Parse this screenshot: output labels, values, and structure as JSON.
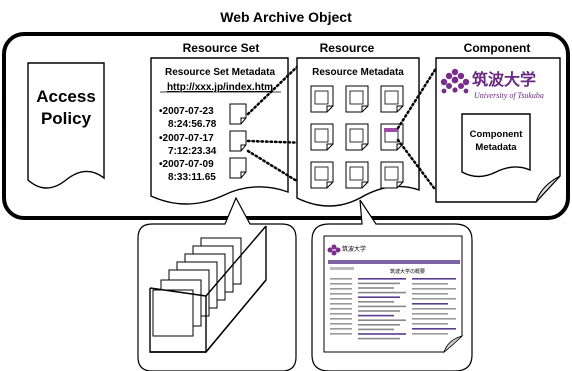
{
  "title": "Web Archive Object",
  "access_policy": {
    "line1": "Access",
    "line2": "Policy"
  },
  "resource_set": {
    "label": "Resource Set",
    "metadata_title": "Resource Set Metadata",
    "url": "http://xxx.jp/index.htm",
    "entries": [
      {
        "date": "•2007-07-23",
        "time": "8:24:56.78"
      },
      {
        "date": "•2007-07-17",
        "time": "7:12:23.34"
      },
      {
        "date": "•2007-07-09",
        "time": "8:33:11.65"
      }
    ]
  },
  "resource": {
    "label": "Resource",
    "metadata_title": "Resource Metadata",
    "page_logo_text": "筑波大学",
    "page_heading": "筑波大学の概要"
  },
  "component": {
    "label": "Component",
    "logo_jp": "筑波大学",
    "logo_en": "University of Tsukuba",
    "metadata_line1": "Component",
    "metadata_line2": "Metadata"
  },
  "colors": {
    "line": "#000000",
    "logo_purple": "#7b2d8e",
    "logo_accent": "#a04aa8",
    "page_purple": "#5b3d8f"
  }
}
